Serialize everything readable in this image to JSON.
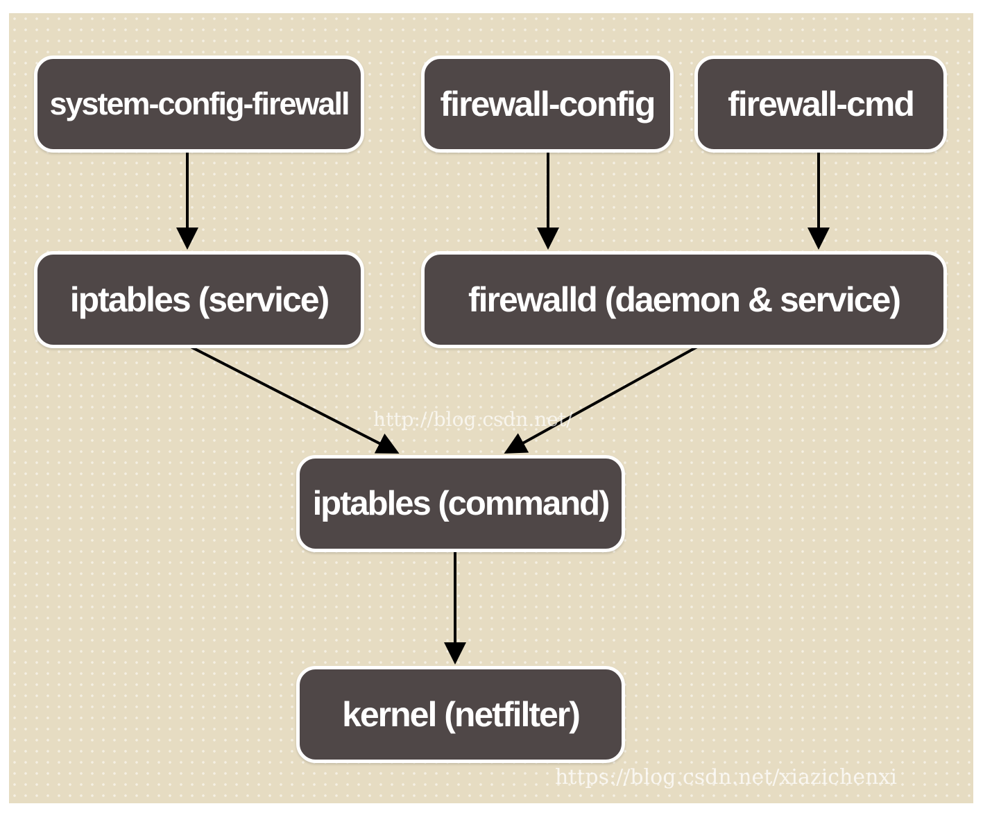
{
  "diagram": {
    "nodes": {
      "system_config_firewall": "system-config-firewall",
      "firewall_config": "firewall-config",
      "firewall_cmd": "firewall-cmd",
      "iptables_service": "iptables (service)",
      "firewalld": "firewalld (daemon & service)",
      "iptables_command": "iptables (command)",
      "kernel": "kernel (netfilter)"
    },
    "edges": [
      {
        "from": "system-config-firewall",
        "to": "iptables (service)"
      },
      {
        "from": "firewall-config",
        "to": "firewalld (daemon & service)"
      },
      {
        "from": "firewall-cmd",
        "to": "firewalld (daemon & service)"
      },
      {
        "from": "iptables (service)",
        "to": "iptables (command)"
      },
      {
        "from": "firewalld (daemon & service)",
        "to": "iptables (command)"
      },
      {
        "from": "iptables (command)",
        "to": "kernel (netfilter)"
      }
    ]
  },
  "colors": {
    "background": "#e6dcc2",
    "node_fill": "#4f4747",
    "node_border": "#ffffff",
    "node_text": "#ffffff",
    "arrow": "#000000"
  },
  "watermarks": {
    "center": "http://blog.csdn.net/",
    "corner": "https://blog.csdn.net/xiazichenxi"
  }
}
